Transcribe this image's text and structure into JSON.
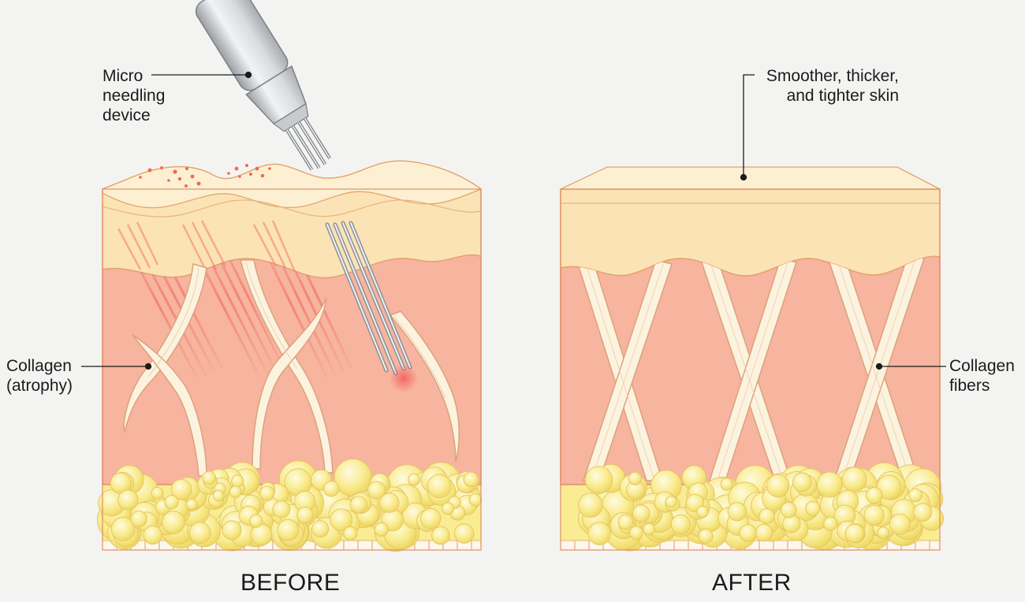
{
  "labels": {
    "device": "Micro\nneedling\ndevice",
    "atrophy": "Collagen\n(atrophy)",
    "smoother": "Smoother, thicker,\nand tighter skin",
    "fibers": "Collagen\nfibers"
  },
  "captions": {
    "before": "BEFORE",
    "after": "AFTER"
  },
  "colors": {
    "background": "#f3f4f2",
    "epidermis": "#fbe3b5",
    "surface": "#fdf0d2",
    "dermis": "#f7b49f",
    "collagen": "#fcf3df",
    "fat": "#f8eb8a",
    "outline": "#e0925e"
  }
}
